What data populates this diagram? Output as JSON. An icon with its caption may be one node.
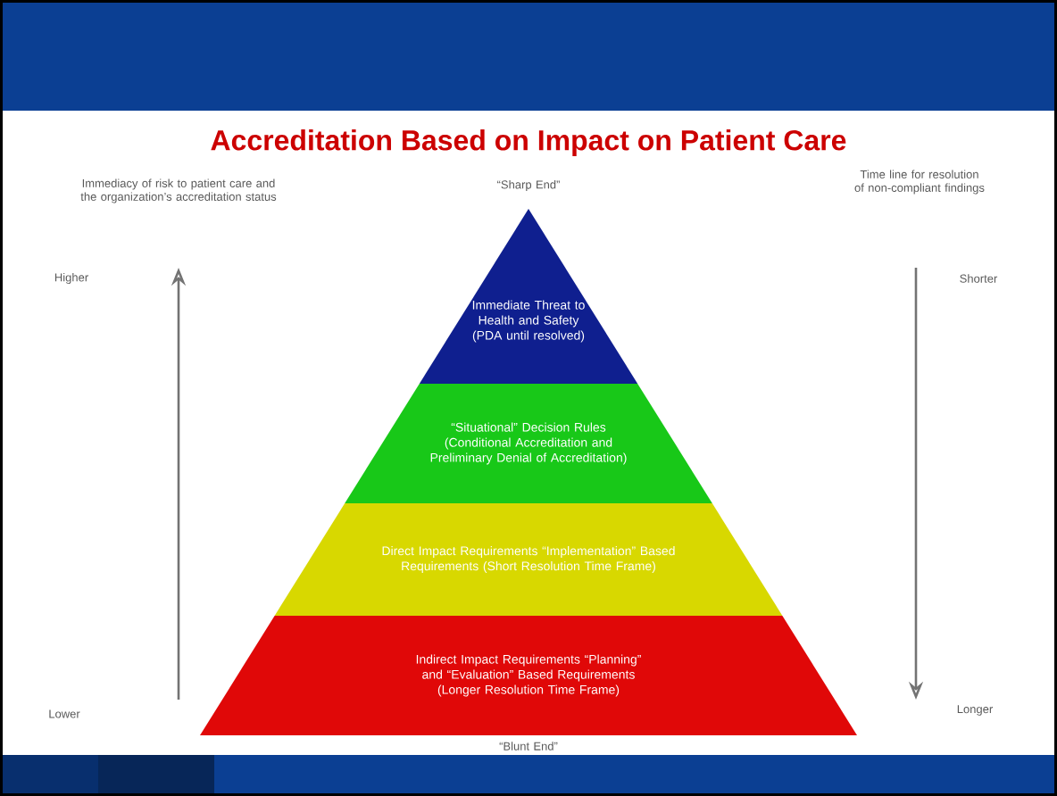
{
  "diagram": {
    "title": "Accreditation Based on Impact on Patient Care",
    "nodes": [
      {
        "text": [
          "Immediate Threat to Health and Safety (PDA until resolved)"
        ]
      },
      {
        "text": [
          "“Situational” Decision Rules (Conditional Accreditation and Preliminary Denial of Accreditation)"
        ]
      },
      {
        "text": [
          "Direct Impact Requirements “Implementation” Based Requirements (Short Resolution Time Frame)"
        ]
      },
      {
        "text": [
          "Indirect Impact Requirements “Planning” and “Evaluation” Based Requirements (Longer Resolution Time Frame)"
        ]
      }
    ],
    "labels": [
      "Immediacy of risk to patient care and the organization’s accreditation status",
      "“Sharp End”",
      "Time line for resolution of non-compliant findings",
      "Higher",
      "Shorter",
      "Lower",
      "Longer",
      "“Blunt End”"
    ]
  }
}
